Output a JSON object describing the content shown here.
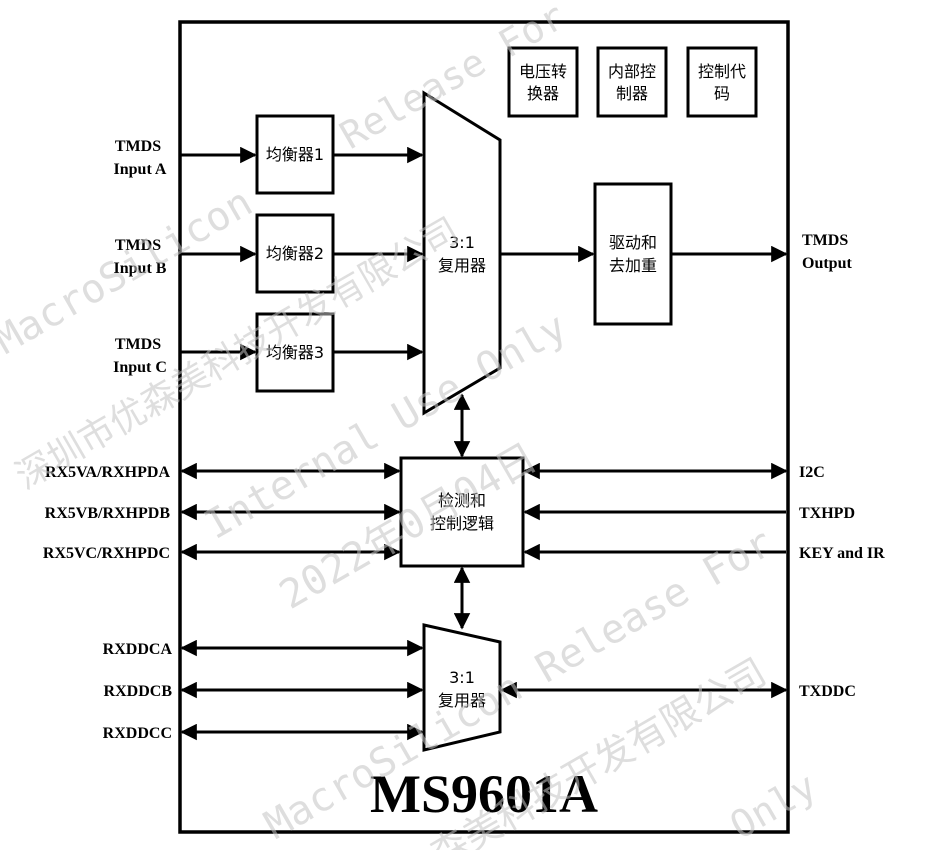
{
  "chip": {
    "name": "MS9601A"
  },
  "blocks": {
    "voltage_converter": [
      "电压转",
      "换器"
    ],
    "internal_controller": [
      "内部控",
      "制器"
    ],
    "control_code": [
      "控制代",
      "码"
    ],
    "equalizer_1": "均衡器1",
    "equalizer_2": "均衡器2",
    "equalizer_3": "均衡器3",
    "mux_main": [
      "3:1",
      "复用器"
    ],
    "driver": [
      "驱动和",
      "去加重"
    ],
    "detect_logic": [
      "检测和",
      "控制逻辑"
    ],
    "mux_ddc": [
      "3:1",
      "复用器"
    ]
  },
  "inputs": {
    "tmds_a": [
      "TMDS",
      "Input A"
    ],
    "tmds_b": [
      "TMDS",
      "Input B"
    ],
    "tmds_c": [
      "TMDS",
      "Input C"
    ],
    "rx5va": "RX5VA/RXHPDA",
    "rx5vb": "RX5VB/RXHPDB",
    "rx5vc": "RX5VC/RXHPDC",
    "rxddca": "RXDDCA",
    "rxddcb": "RXDDCB",
    "rxddcc": "RXDDCC"
  },
  "outputs": {
    "tmds_out": [
      "TMDS",
      "Output"
    ],
    "i2c": "I2C",
    "txhpd": "TXHPD",
    "key_ir": "KEY and IR",
    "txddc": "TXDDC"
  },
  "watermarks": {
    "release_for": "Release For",
    "internal_use_only": "Internal Use Only",
    "company": "深圳市优森美科技开发有限公司",
    "date": "2022年0月04日",
    "macrosilicon": "MacroSilicon",
    "macrosilicon_release_for": "MacroSilicon Release For",
    "company_tail": "森美科技开发有限公司",
    "only": "Only"
  }
}
